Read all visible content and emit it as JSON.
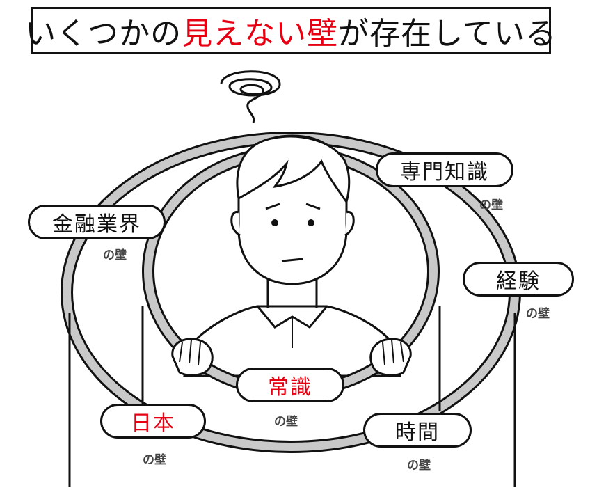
{
  "title": {
    "part1": "いくつかの",
    "highlight": "見えない壁",
    "part2": "が存在している"
  },
  "walls": [
    {
      "label": "専門知識",
      "suffix": "の壁",
      "highlight": false
    },
    {
      "label": "金融業界",
      "suffix": "の壁",
      "highlight": false
    },
    {
      "label": "経験",
      "suffix": "の壁",
      "highlight": false
    },
    {
      "label": "常識",
      "suffix": "の壁",
      "highlight": true
    },
    {
      "label": "日本",
      "suffix": "の壁",
      "highlight": true
    },
    {
      "label": "時間",
      "suffix": "の壁",
      "highlight": false
    }
  ],
  "colors": {
    "highlight": "#e60012",
    "line": "#111111",
    "ring": "#c9c9c9"
  }
}
